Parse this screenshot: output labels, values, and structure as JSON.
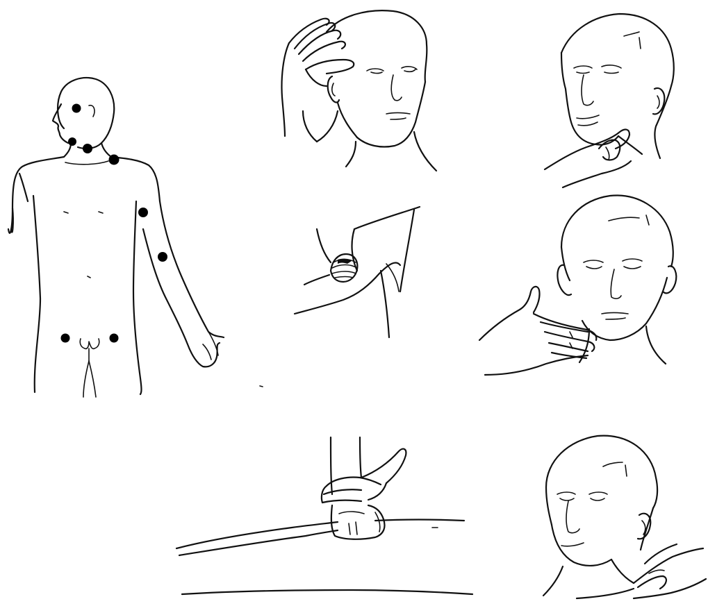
{
  "figure": {
    "panels": [
      {
        "id": "body-lymph-node-map",
        "marker_count": 8
      },
      {
        "id": "occipital-palpation"
      },
      {
        "id": "submandibular-palpation"
      },
      {
        "id": "axillary-palpation"
      },
      {
        "id": "cervical-palpation"
      },
      {
        "id": "inguinal-palpation"
      },
      {
        "id": "supraclavicular-palpation"
      }
    ],
    "colors": {
      "ink": "#111111",
      "marker": "#000000",
      "background": "#ffffff"
    }
  }
}
